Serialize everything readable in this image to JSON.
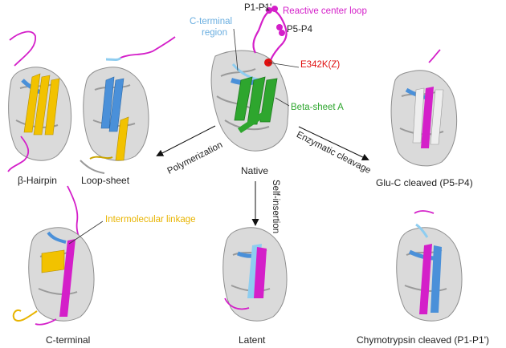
{
  "labels": {
    "beta_hairpin": "β-Hairpin",
    "loop_sheet": "Loop-sheet",
    "native": "Native",
    "glu_c": "Glu-C cleaved (P5-P4)",
    "c_terminal": "C-terminal",
    "latent": "Latent",
    "chymotrypsin": "Chymotrypsin cleaved (P1-P1')"
  },
  "annotations": {
    "p1_p1": "P1-P1'",
    "rcl": "Reactive center loop",
    "p5_p4": "P5-P4",
    "c_terminal_region_1": "C-terminal",
    "c_terminal_region_2": "region",
    "e342k": "E342K(Z)",
    "beta_sheet_a": "Beta-sheet A",
    "intermolecular": "Intermolecular linkage"
  },
  "arrows": {
    "polymerization": "Polymerization",
    "enzymatic": "Enzymatic cleavage",
    "self_insertion": "Self-insertion"
  },
  "colors": {
    "backbone": "#d6d6d6",
    "backbone_edge": "#8e8e8e",
    "rcl": "#d41fc9",
    "c_terminal": "#4a90d9",
    "c_terminal_light": "#8ecdf0",
    "beta_sheet": "#2ea62e",
    "hairpin": "#f2c200",
    "mutation": "#e01010",
    "c_terminal_text": "#6aaee0",
    "e342k_text": "#e01010",
    "rcl_text": "#d41fc9",
    "beta_text": "#2ea62e",
    "linkage_text": "#e8b400"
  }
}
